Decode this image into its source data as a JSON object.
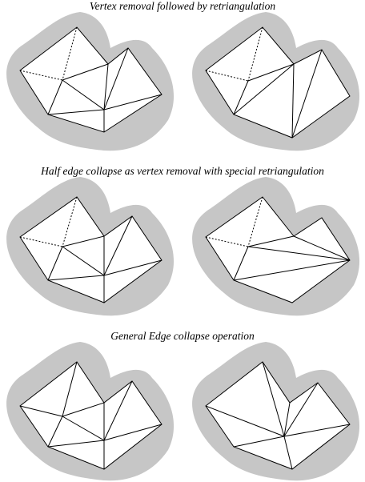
{
  "captions": {
    "vertex_removal": "Vertex removal followed by retriangulation",
    "half_edge_collapse": "Half edge collapse as vertex removal with special retriangulation",
    "edge_collapse": "General Edge collapse operation"
  },
  "colors": {
    "halo": "#c6c6c6",
    "fill": "#ffffff",
    "stroke": "#000000"
  },
  "dashed_edges": "dotted lines mark edges incident to the removed vertex"
}
